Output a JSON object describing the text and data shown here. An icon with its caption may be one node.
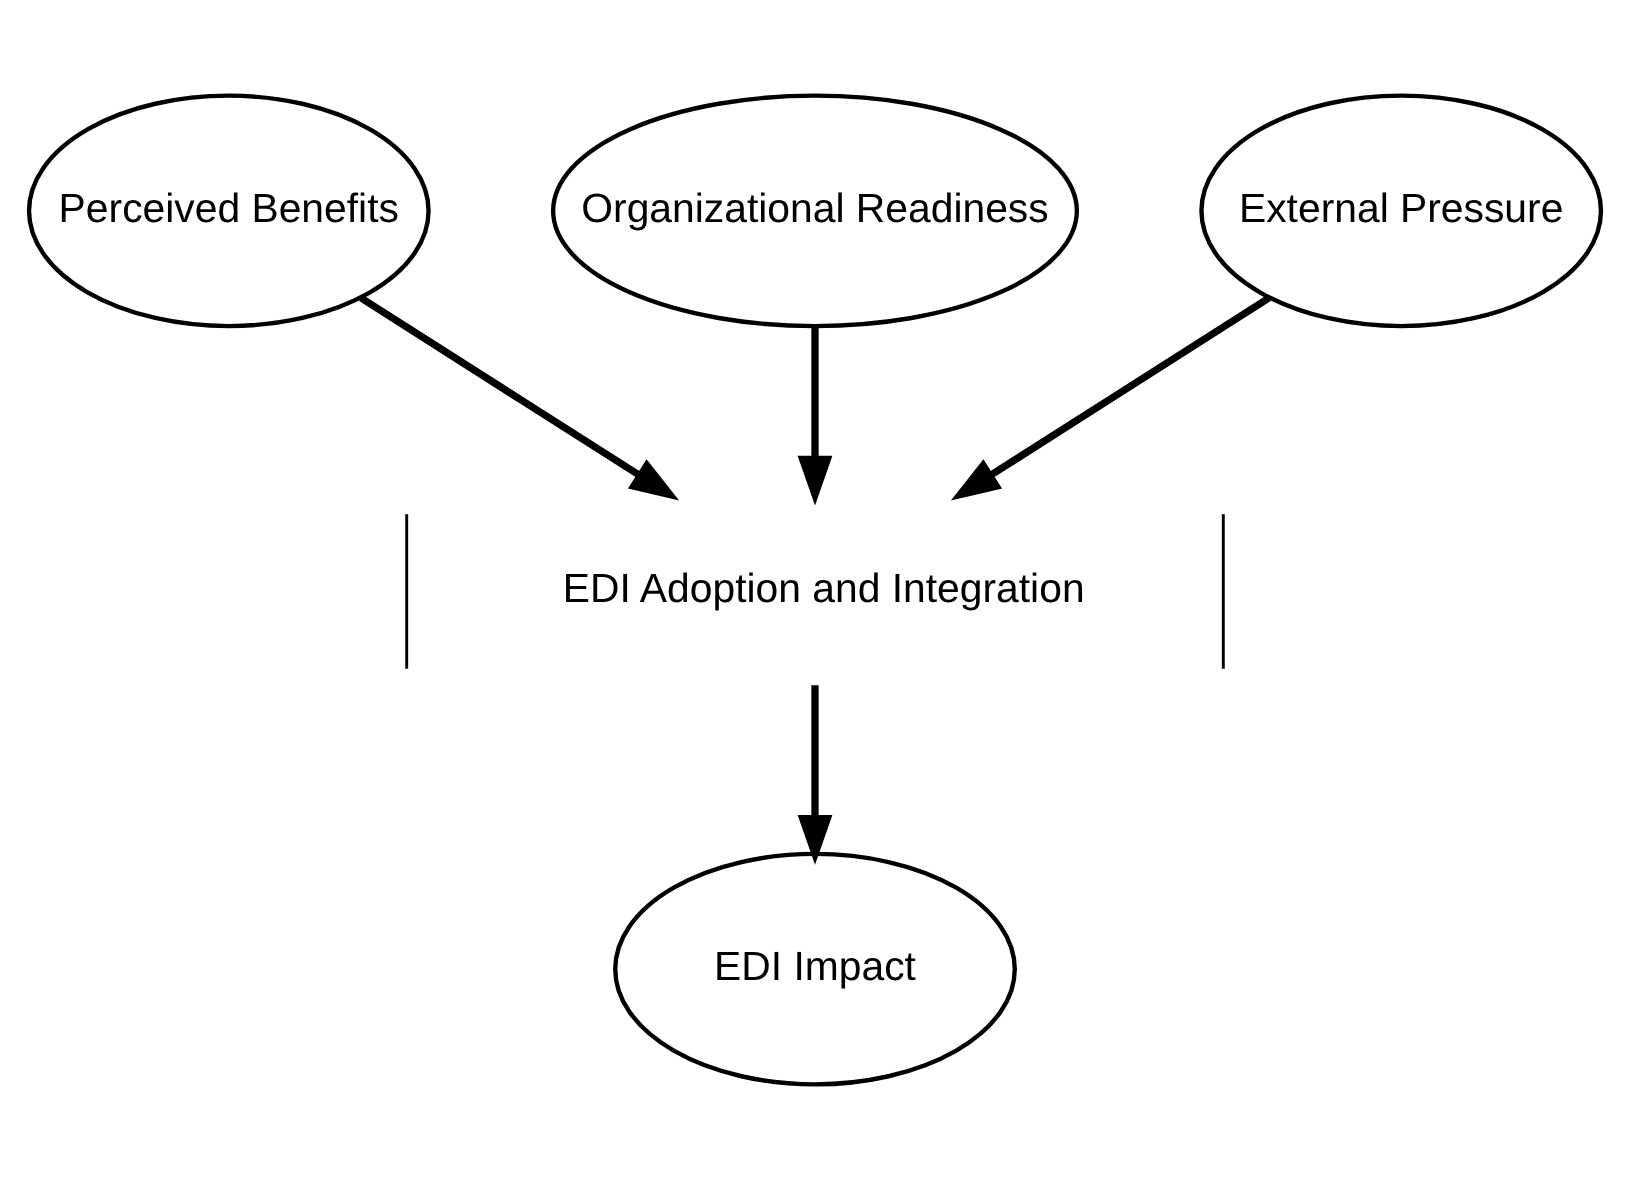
{
  "diagram": {
    "nodes": [
      {
        "text": [
          "Perceived Benefits"
        ]
      },
      {
        "text": [
          "Organizational Readiness"
        ]
      },
      {
        "text": [
          "External Pressure"
        ]
      },
      {
        "text": [
          "EDI Adoption and Integration"
        ]
      },
      {
        "text": [
          "EDI Impact"
        ]
      }
    ],
    "edges": [
      {
        "from": 0,
        "to": 3,
        "arrow": "to"
      },
      {
        "from": 1,
        "to": 3,
        "arrow": "to"
      },
      {
        "from": 2,
        "to": 3,
        "arrow": "to"
      },
      {
        "from": 3,
        "to": 4,
        "arrow": "to"
      }
    ]
  }
}
